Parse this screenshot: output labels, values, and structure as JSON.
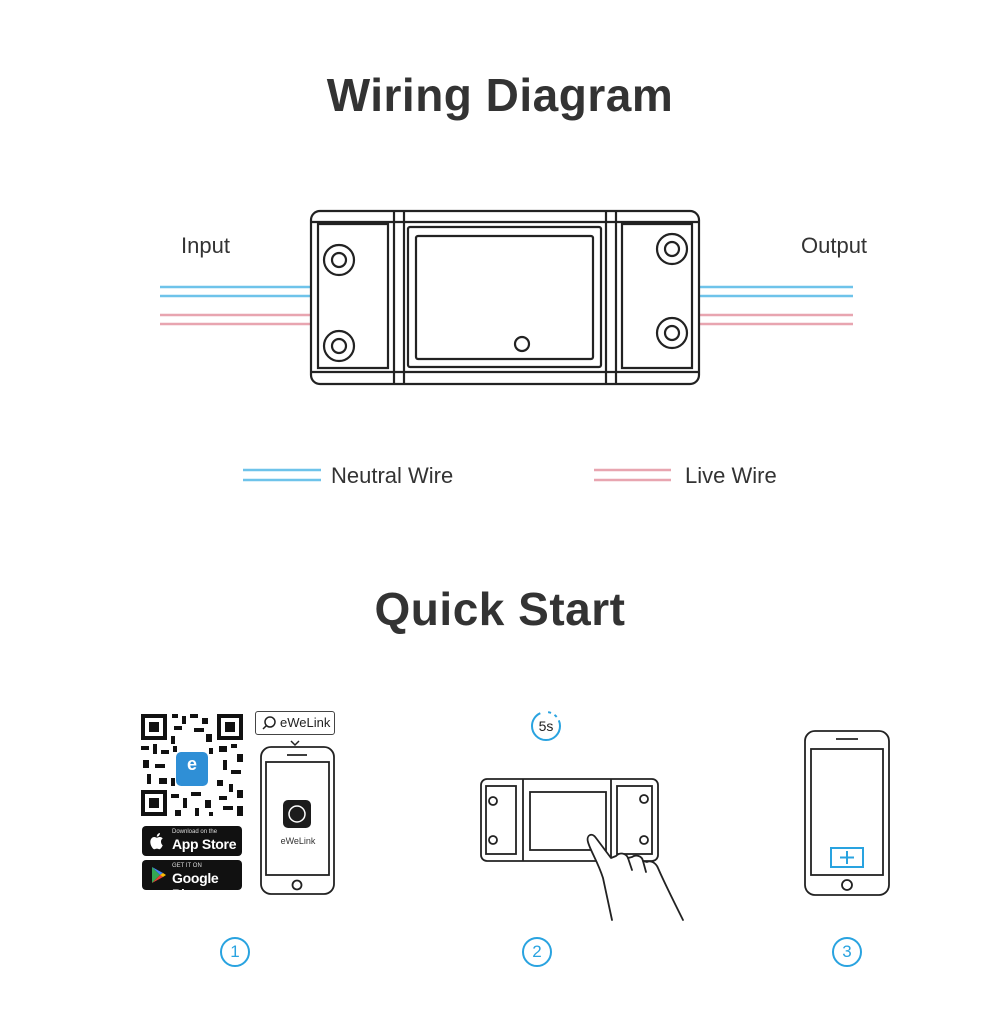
{
  "wiring": {
    "title": "Wiring Diagram",
    "input_label": "Input",
    "output_label": "Output",
    "legend": [
      {
        "label": "Neutral Wire",
        "color": "#6ec3ea"
      },
      {
        "label": "Live Wire",
        "color": "#e8a5b0"
      }
    ]
  },
  "quick_start": {
    "title": "Quick Start",
    "search_text": "eWeLink",
    "app_name": "eWeLink",
    "app_icon_letter": "e",
    "badges": {
      "app_store_small": "Download on the",
      "app_store": "App Store",
      "google_small": "GET IT ON",
      "google": "Google Play"
    },
    "timer": "5s",
    "steps": [
      "1",
      "2",
      "3"
    ]
  },
  "colors": {
    "accent": "#29a3e0",
    "neutral": "#6ec3ea",
    "live": "#e8a5b0",
    "outline": "#222222"
  }
}
